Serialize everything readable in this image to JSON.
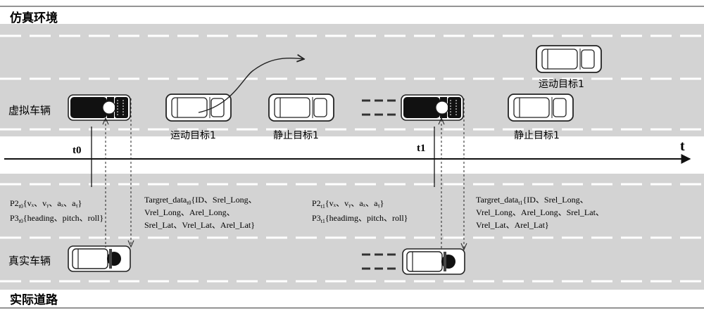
{
  "sections": {
    "sim_title": "仿真环境",
    "real_title": "实际道路"
  },
  "timeline": {
    "axis_label": "t",
    "t0_label": "t0",
    "t1_label": "t1"
  },
  "vehicles": {
    "virtual_label": "虚拟车辆",
    "real_label": "真实车辆",
    "moving_target_t0": "运动目标1",
    "static_target_t0": "静止目标1",
    "moving_target_t1": "运动目标1",
    "static_target_t1": "静止目标1"
  },
  "data_blocks": {
    "p2_t0": {
      "name": "P2",
      "sub": "t0",
      "body": "{vₓ、vᵧ、aₓ、aᵧ}"
    },
    "p3_t0": {
      "name": "P3",
      "sub": "t0",
      "body": "{heading、pitch、roll}"
    },
    "target_t0": {
      "line1_name": "Targret_data",
      "line1_sub": "t0",
      "line1_rest": "{ID、Srel_Long、",
      "line2": "Vrel_Long、Arel_Long、",
      "line3": "Srel_Lat、Vrel_Lat、Arel_Lat}"
    },
    "p2_t1": {
      "name": "P2",
      "sub": "t1",
      "body": "{vₓ、vᵧ、aₓ、aᵧ}"
    },
    "p3_t1": {
      "name": "P3",
      "sub": "t1",
      "body": "{headimg、pitch、roll}"
    },
    "target_t1": {
      "line1_name": "Targret_data",
      "line1_sub": "t1",
      "line1_rest": "{ID、Srel_Long、",
      "line2": "Vrel_Long、Arel_Long、Srel_Lat、",
      "line3": "Vrel_Lat、Arel_Lat}"
    }
  }
}
